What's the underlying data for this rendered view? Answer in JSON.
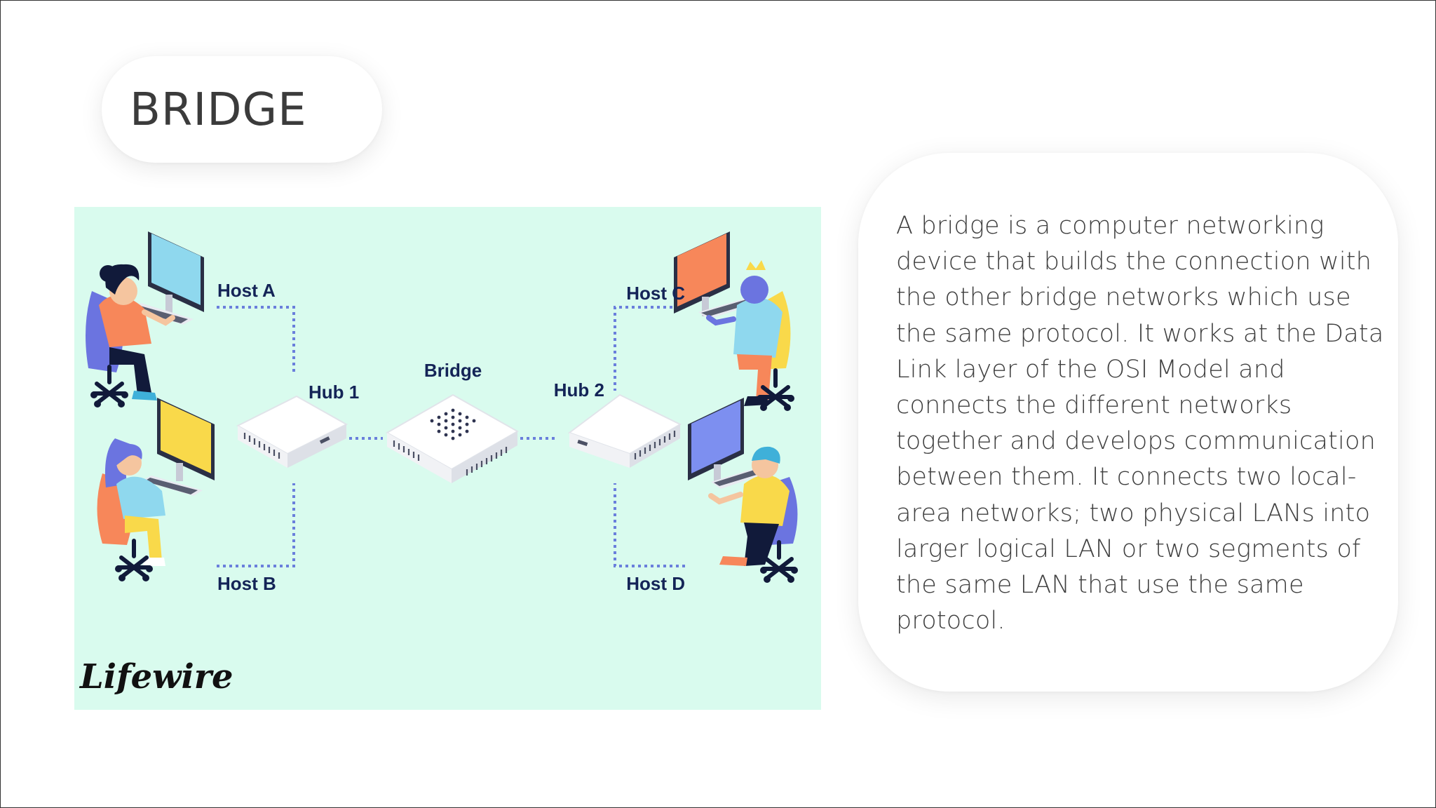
{
  "slide": {
    "title": "BRIDGE",
    "description": "A bridge is a computer networking device that builds the connection with the other bridge networks which use the same protocol. It works at the Data Link layer of the OSI Model and connects the different networks together and develops communication between them. It connects two local-area networks; two physical LANs into larger logical LAN or two segments of the same LAN that use the same protocol."
  },
  "diagram": {
    "background_color": "#d9fbee",
    "link_color": "#6a7fdc",
    "nodes": {
      "host_a": "Host A",
      "host_b": "Host B",
      "host_c": "Host C",
      "host_d": "Host D",
      "hub_1": "Hub 1",
      "hub_2": "Hub 2",
      "bridge": "Bridge"
    },
    "edges": [
      [
        "Host A",
        "Hub 1"
      ],
      [
        "Host B",
        "Hub 1"
      ],
      [
        "Hub 1",
        "Bridge"
      ],
      [
        "Bridge",
        "Hub 2"
      ],
      [
        "Hub 2",
        "Host C"
      ],
      [
        "Hub 2",
        "Host D"
      ]
    ],
    "monitor_colors": {
      "host_a": "#8fd8ee",
      "host_b": "#f9d94a",
      "host_c": "#f7875a",
      "host_d": "#7d8ff0"
    },
    "logo_text": "Lifewire"
  }
}
